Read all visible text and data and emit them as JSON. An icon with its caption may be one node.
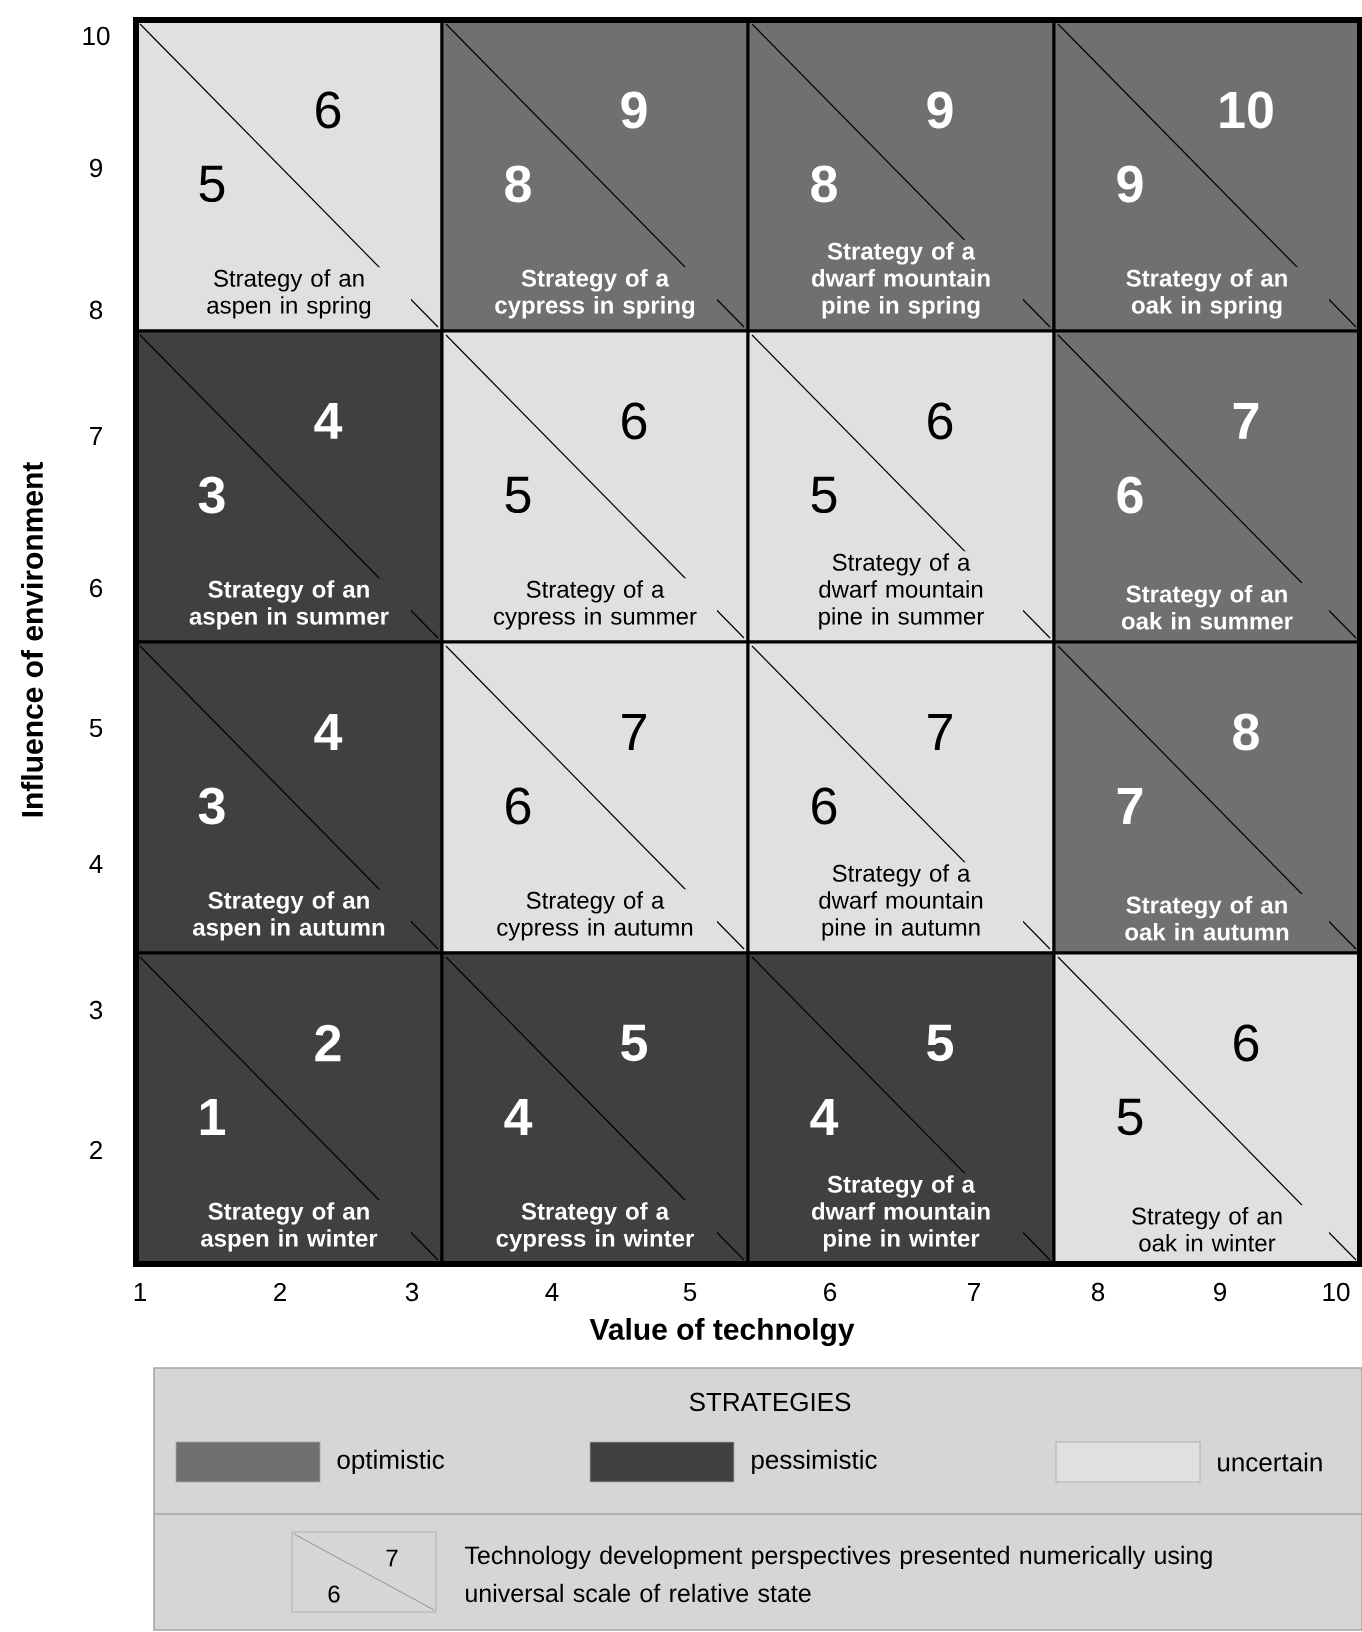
{
  "diagram": {
    "nodes": [
      {
        "text": [
          "5",
          "6",
          "Strategy of an aspen in spring"
        ]
      },
      {
        "text": [
          "8",
          "9",
          "Strategy of a cypress in spring"
        ]
      },
      {
        "text": [
          "8",
          "9",
          "Strategy of a dwarf mountain pine in spring"
        ]
      },
      {
        "text": [
          "9",
          "10",
          "Strategy of an oak in spring"
        ]
      },
      {
        "text": [
          "3",
          "4",
          "Strategy of an aspen in summer"
        ]
      },
      {
        "text": [
          "5",
          "6",
          "Strategy of a cypress in summer"
        ]
      },
      {
        "text": [
          "5",
          "6",
          "Strategy of a dwarf mountain pine in summer"
        ]
      },
      {
        "text": [
          "6",
          "7",
          "Strategy of an oak in summer"
        ]
      },
      {
        "text": [
          "3",
          "4",
          "Strategy of an aspen in autumn"
        ]
      },
      {
        "text": [
          "6",
          "7",
          "Strategy of a cypress in autumn"
        ]
      },
      {
        "text": [
          "6",
          "7",
          "Strategy of a dwarf mountain pine in autumn"
        ]
      },
      {
        "text": [
          "7",
          "8",
          "Strategy of an oak in autumn"
        ]
      },
      {
        "text": [
          "1",
          "2",
          "Strategy of an aspen in winter"
        ]
      },
      {
        "text": [
          "4",
          "5",
          "Strategy of a cypress in winter"
        ]
      },
      {
        "text": [
          "4",
          "5",
          "Strategy of a dwarf mountain pine in winter"
        ]
      },
      {
        "text": [
          "5",
          "6",
          "Strategy of an oak in winter"
        ]
      }
    ],
    "edges": [],
    "labels": [
      "10",
      "9",
      "8",
      "7",
      "6",
      "5",
      "4",
      "3",
      "2",
      "Influence of environment",
      "1",
      "2",
      "3",
      "4",
      "5",
      "6",
      "7",
      "8",
      "9",
      "10",
      "Value of technolgy",
      "STRATEGIES",
      "7",
      "6",
      "Technology development perspectives presented numerically using universal scale of relative state"
    ],
    "legend": [
      {
        "text": "optimistic",
        "color": "#707070"
      },
      {
        "text": "pessimistic",
        "color": "#404040"
      },
      {
        "text": "uncertain",
        "color": "#e0e0e2"
      }
    ]
  }
}
